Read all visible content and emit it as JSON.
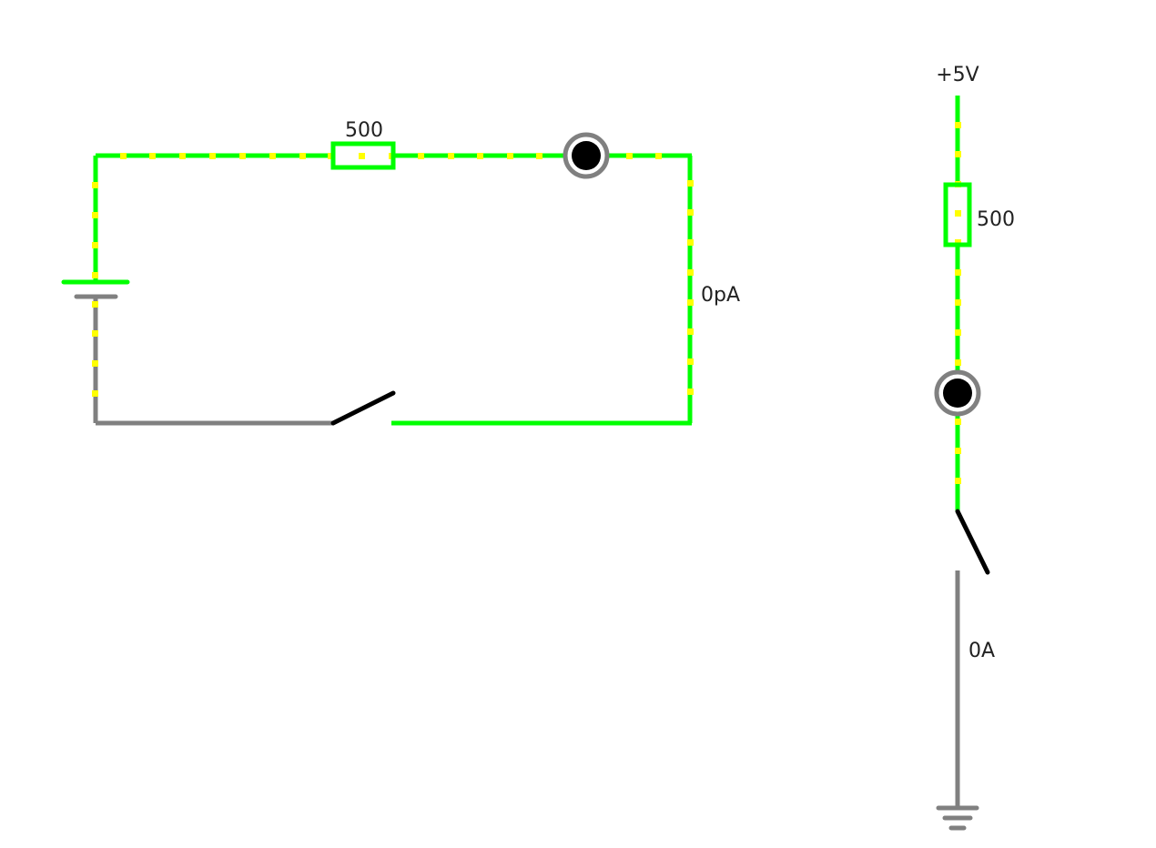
{
  "circuit_a": {
    "resistor_value": "500",
    "current_reading": "0pA"
  },
  "circuit_b": {
    "supply_label": "+5V",
    "resistor_value": "500",
    "current_reading": "0A"
  },
  "colors": {
    "live_wire": "#00ff00",
    "dead_wire": "#808080",
    "current_dots": "#ffff00",
    "switch": "#000000",
    "probe_ring": "#808080",
    "probe_core": "#000000"
  },
  "icons": {
    "battery": "battery-icon",
    "resistor": "resistor-icon",
    "switch": "switch-icon",
    "probe": "probe-icon",
    "ground": "ground-icon"
  }
}
